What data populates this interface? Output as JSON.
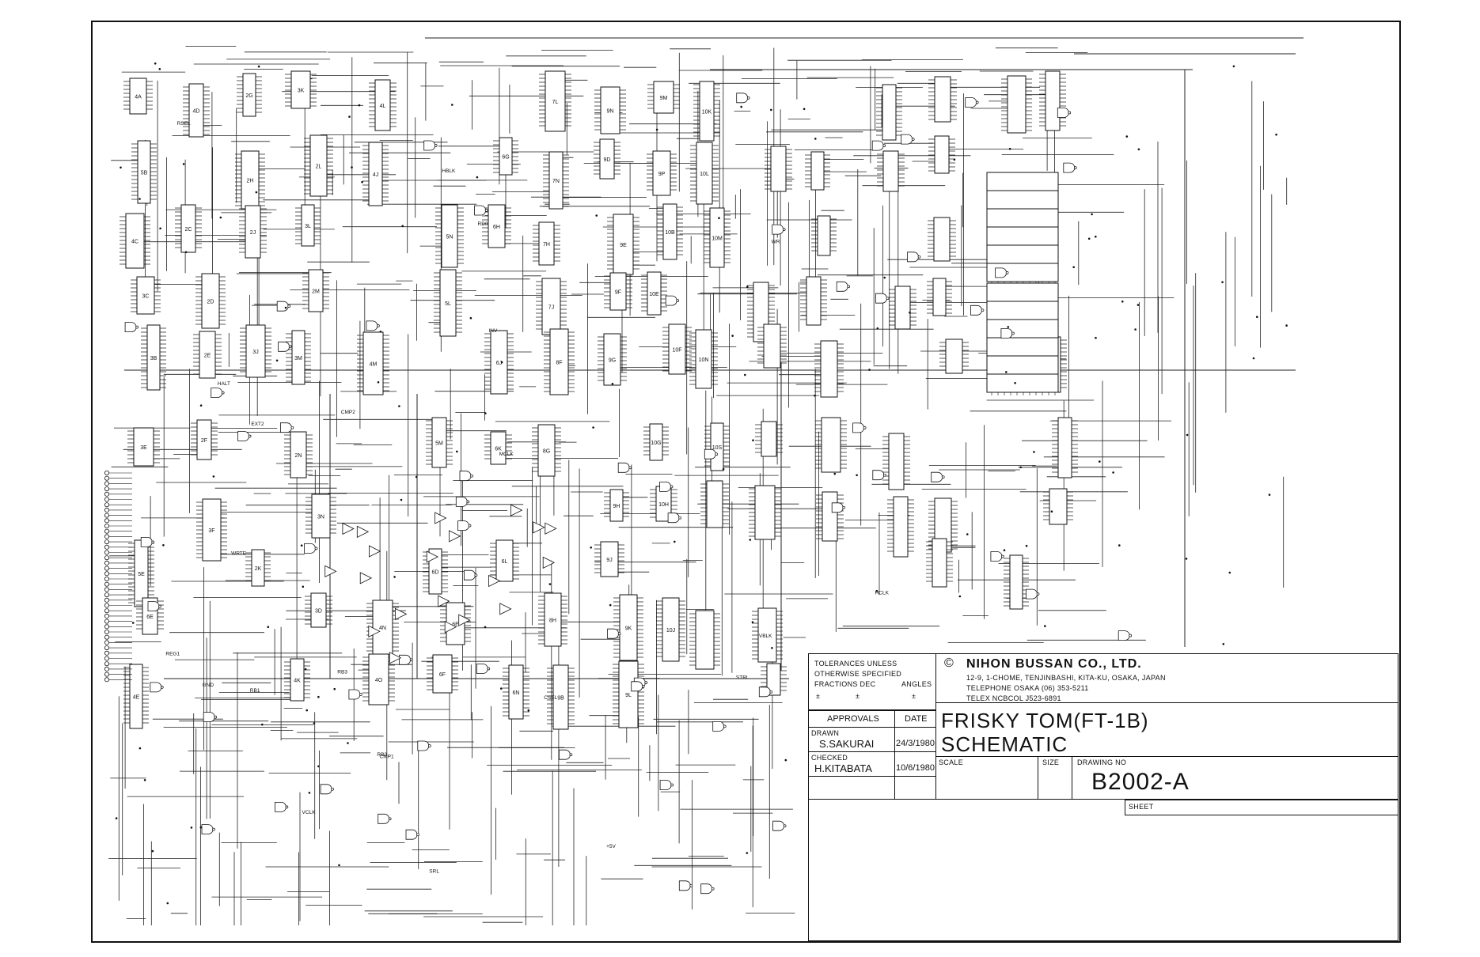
{
  "title_block": {
    "tolerances": [
      "TOLERANCES UNLESS",
      "OTHERWISE SPECIFIED"
    ],
    "fractions_label": "FRACTIONS DEC",
    "angles_label": "ANGLES",
    "pm": [
      "±",
      "±",
      "±"
    ],
    "approvals_label": "APPROVALS",
    "date_label": "DATE",
    "drawn_label": "DRAWN",
    "drawn_by": "S.SAKURAI",
    "drawn_date": "24/3/1980",
    "checked_label": "CHECKED",
    "checked_by": "H.KITABATA",
    "checked_date": "10/6/1980",
    "copyright": "©",
    "company": "NIHON BUSSAN CO., LTD.",
    "address": "12-9, 1-CHOME, TENJINBASHI, KITA-KU, OSAKA, JAPAN",
    "telephone": "TELEPHONE OSAKA (06) 353-5211",
    "telex": "TELEX NCBCOL J523-6891",
    "title_line1": "FRISKY TOM(FT-1B)",
    "title_line2": "SCHEMATIC",
    "scale_label": "SCALE",
    "size_label": "SIZE",
    "drawing_no_label": "DRAWING NO",
    "drawing_no": "B2002-A",
    "sheet_label": "SHEET"
  },
  "chip_labels": [
    "4A",
    "5B",
    "4C",
    "3C",
    "3B",
    "3E",
    "5E",
    "6E",
    "4E",
    "4D",
    "2C",
    "2D",
    "2E",
    "2F",
    "3F",
    "2G",
    "2H",
    "2J",
    "3J",
    "2K",
    "3K",
    "2L",
    "3L",
    "2M",
    "3M",
    "2N",
    "3N",
    "3D",
    "4K",
    "4L",
    "4J",
    "4M",
    "4N",
    "4O",
    "5N",
    "5L",
    "5M",
    "6D",
    "6E",
    "6F",
    "6G",
    "6H",
    "6J",
    "6K",
    "6L",
    "6N",
    "7L",
    "7N",
    "7H",
    "7J",
    "8F",
    "8G",
    "8H",
    "9B",
    "9N",
    "9D",
    "9E",
    "9F",
    "9G",
    "9H",
    "9J",
    "9K",
    "9L",
    "9M",
    "9P",
    "10B",
    "10E",
    "10F",
    "10G",
    "10H",
    "10J",
    "10K",
    "10L",
    "10M",
    "10N",
    "10S"
  ],
  "signal_labels": [
    "HALT",
    "INV",
    "VBLK",
    "HBLK",
    "MCLK",
    "CMP1",
    "CMP2",
    "+5V",
    "GND",
    "WRTE",
    "RSEL",
    "CSEL",
    "SRL",
    "RD0",
    "WR",
    "VCLK",
    "HCLK",
    "EXT2",
    "REG1",
    "STRL",
    "RB1",
    "RB3",
    "RB2"
  ]
}
